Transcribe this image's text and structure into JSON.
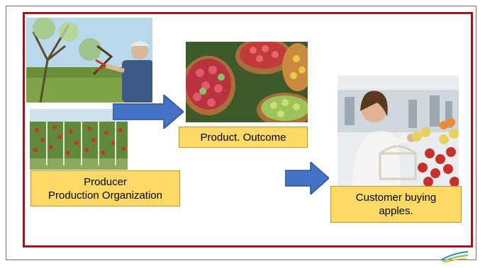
{
  "labels": {
    "producer_line1": "Producer",
    "producer_line2": "Production Organization",
    "product": "Product. Outcome",
    "customer_line1": "Customer buying",
    "customer_line2": "apples."
  },
  "colors": {
    "frame": "#a3111b",
    "label_fill": "#ffd966",
    "arrow_fill": "#4472c4"
  },
  "icons": {
    "arrow_1": "right-arrow-icon",
    "arrow_2": "right-arrow-icon",
    "logo": "logo-mark-icon"
  }
}
